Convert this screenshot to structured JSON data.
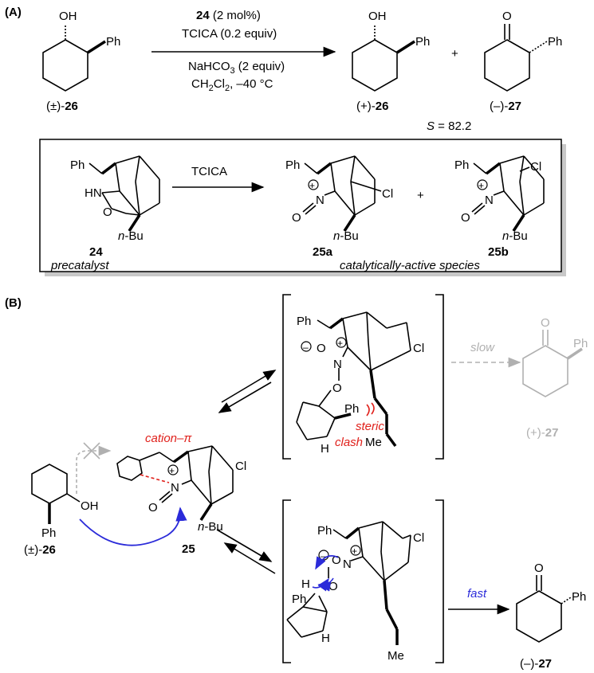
{
  "panel_a": {
    "label": "(A)",
    "cond_catalyst_num": "24",
    "cond_catalyst_amt": " (2 mol%)",
    "cond_tcica": "TCICA (0.2 equiv)",
    "cond_nahco3": "NaHCO",
    "cond_nahco3_sub": "3",
    "cond_nahco3_rest": " (2 equiv)",
    "cond_solvent_a": "CH",
    "cond_solvent_sub1": "2",
    "cond_solvent_b": "Cl",
    "cond_solvent_sub2": "2",
    "cond_solvent_c": ", –40 °C",
    "oh": "OH",
    "ph": "Ph",
    "o": "O",
    "plus": "+",
    "sm_prefix": "(±)-",
    "sm_num": "26",
    "prod1_prefix": "(+)-",
    "prod1_num": "26",
    "prod2_prefix": "(–)-",
    "prod2_num": "27",
    "s_label": "S",
    "s_value": " = 82.2"
  },
  "box": {
    "ph": "Ph",
    "hn": "HN",
    "o": "O",
    "n": "N",
    "nbu": "n",
    "nbu_rest": "-Bu",
    "cl": "Cl",
    "plus_charge": "+",
    "tcica": "TCICA",
    "plus": "+",
    "num_24": "24",
    "num_25a": "25a",
    "num_25b": "25b",
    "precatalyst": "precatalyst",
    "active": "catalytically-active species"
  },
  "panel_b": {
    "label": "(B)",
    "cation_pi": "cation–π",
    "steric": "steric",
    "clash": "clash",
    "me": "Me",
    "slow": "slow",
    "fast": "fast",
    "oh": "OH",
    "ph": "Ph",
    "cl": "Cl",
    "n": "N",
    "o": "O",
    "h": "H",
    "nbu": "n",
    "nbu_rest": "-Bu",
    "minus": "–",
    "plus_charge": "+",
    "sm_prefix": "(±)-",
    "sm_num": "26",
    "num_25": "25",
    "slow_prod_prefix": "(+)-",
    "slow_prod_num": "27",
    "fast_prod_prefix": "(–)-",
    "fast_prod_num": "27"
  },
  "colors": {
    "red": "#e0201b",
    "blue": "#2b2bd9",
    "gray": "#b0b0b0"
  }
}
